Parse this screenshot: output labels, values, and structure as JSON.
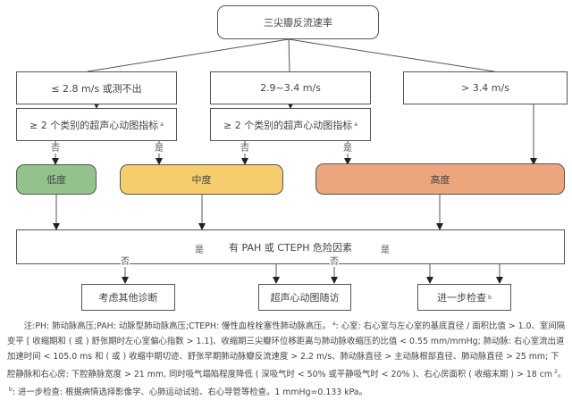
{
  "root": {
    "label": "三尖瓣反流速率"
  },
  "velocity_branches": [
    {
      "label": "≤ 2.8 m/s 或测不出"
    },
    {
      "label": "2.9~3.4 m/s"
    },
    {
      "label": "> 3.4 m/s"
    }
  ],
  "echo_criteria": [
    {
      "label": "≥ 2 个类别的超声心动图指标",
      "sup": "a"
    },
    {
      "label": "≥ 2 个类别的超声心动图指标",
      "sup": "a"
    }
  ],
  "probability": {
    "low": {
      "label": "低度",
      "color": "#93c38a"
    },
    "mid": {
      "label": "中度",
      "color": "#f5cd6c"
    },
    "high": {
      "label": "高度",
      "color": "#eba67e"
    }
  },
  "risk_factor": {
    "label": "有 PAH 或 CTEPH 危险因素"
  },
  "outcomes": [
    {
      "label": "考虑其他诊断"
    },
    {
      "label": "超声心动图随访"
    },
    {
      "label": "进一步检查",
      "sup": "b"
    }
  ],
  "edge_labels": {
    "yes": "是",
    "no": "否"
  },
  "notes": {
    "line1": "注:PH: 肺动脉高压;PAH: 动脉型肺动脉高压;CTEPH: 慢性血栓栓塞性肺动脉高压。",
    "sup_a": "a",
    "line1b": ": 心室: 右心室与左心室的基底直径 / 面积比值 > 1.0、室间隔变平 [ 收缩期和 ( 或 ) 舒张期时左心室偏心指数 > 1.1]、收缩期三尖瓣环位移距离与肺动脉收缩压的比值 < 0.55 mm/mmHg; 肺动脉: 右心室流出道加速时间 < 105.0 ms 和 ( 或 ) 收缩中期切迹、舒张早期肺动脉瓣反流速度 > 2.2 m/s、肺动脉直径 > 主动脉根部直径、肺动脉直径 > 25 mm; 下腔静脉和右心房: 下腔静脉宽度 > 21 mm, 同时吸气塌陷程度降低 ( 深吸气时 < 50% 或平静吸气时 < 20% )、右心房面积 ( 收缩末期 ) > 18 cm",
    "sup_2": "2",
    "line1c": "。",
    "sup_b": "b",
    "line2": ": 进一步检查: 根据病情选择影像学、心肺运动试验、右心导管等检查。1 mmHg=0.133 kPa。"
  }
}
